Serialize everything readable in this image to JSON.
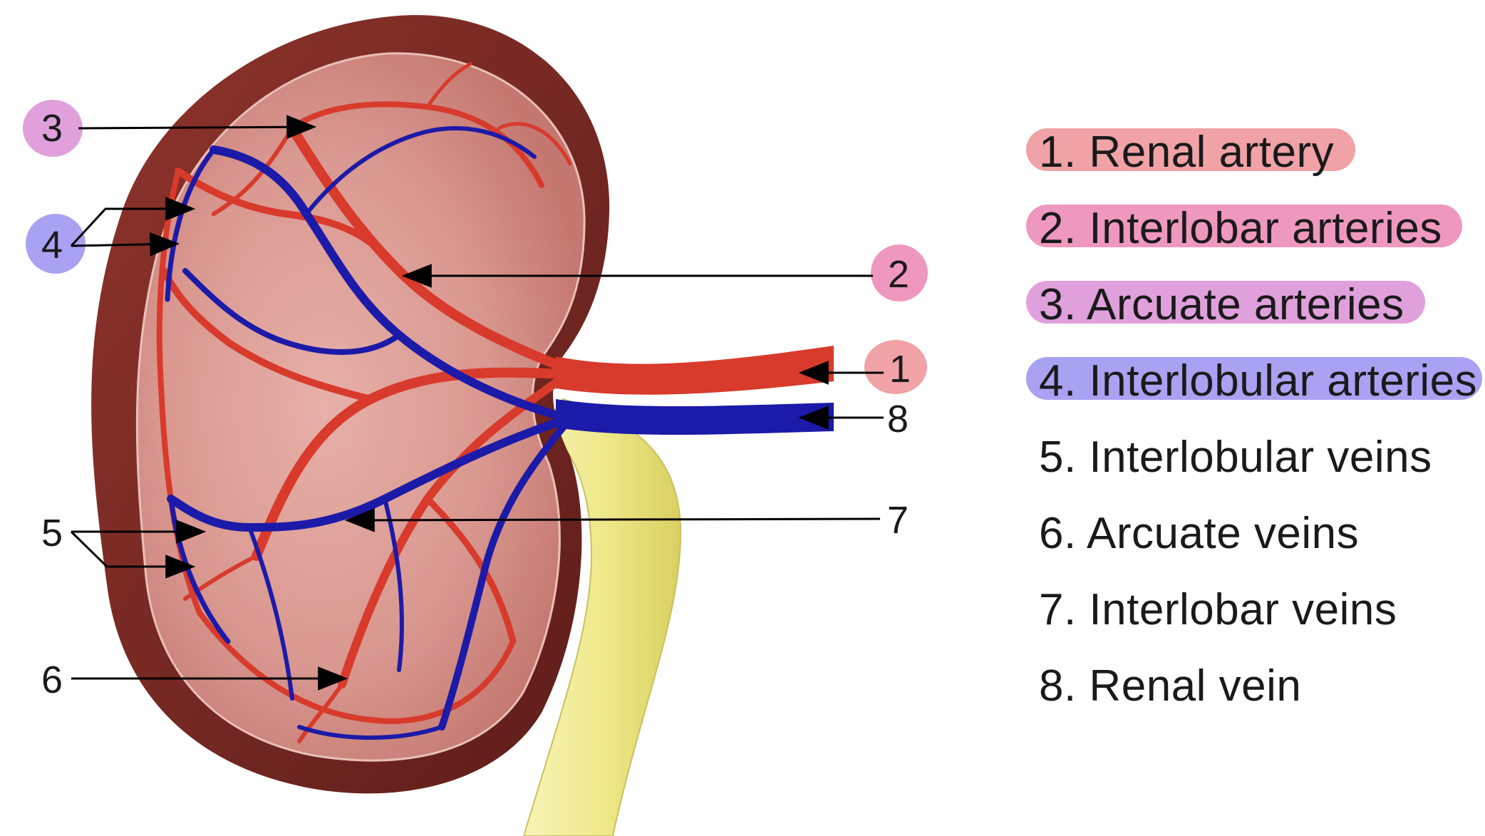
{
  "callouts": {
    "n1": "1",
    "n2": "2",
    "n3": "3",
    "n4": "4",
    "n5": "5",
    "n6": "6",
    "n7": "7",
    "n8": "8"
  },
  "legend": [
    {
      "label": "1. Renal artery",
      "highlight": "#f0a2a6"
    },
    {
      "label": "2. Interlobar arteries",
      "highlight": "#ef98bd"
    },
    {
      "label": "3. Arcuate arteries",
      "highlight": "#dfa0dc"
    },
    {
      "label": "4. Interlobular arteries",
      "highlight": "#a9a2f2"
    },
    {
      "label": "5. Interlobular veins",
      "highlight": ""
    },
    {
      "label": "6. Arcuate veins",
      "highlight": ""
    },
    {
      "label": "7. Interlobar veins",
      "highlight": ""
    },
    {
      "label": "8. Renal vein",
      "highlight": ""
    }
  ],
  "colors": {
    "artery": "#d83a2c",
    "vein": "#1c1aa8",
    "kidney_outer": "#7a2a24",
    "kidney_inner": "#d99a92",
    "ureter": "#f1ec9a"
  }
}
